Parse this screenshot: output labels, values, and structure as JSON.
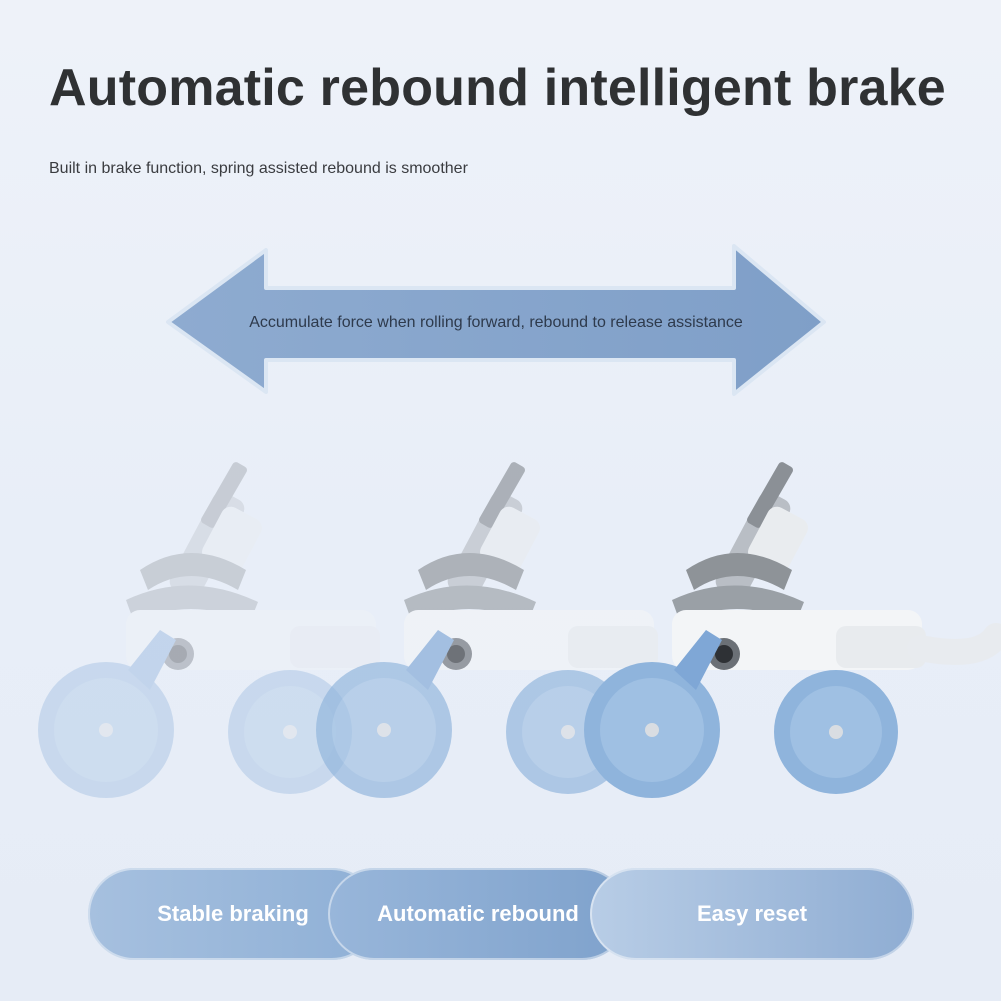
{
  "header": {
    "title": "Automatic rebound intelligent brake",
    "subtitle": "Built in brake function, spring assisted rebound is smoother"
  },
  "arrow": {
    "caption": "Accumulate force when rolling forward, rebound to release assistance",
    "color": "#86a6cc"
  },
  "product_illustration": {
    "icon": "ab-roller-wheel-icon",
    "instances": 3
  },
  "features": [
    {
      "label": "Stable braking"
    },
    {
      "label": "Automatic rebound"
    },
    {
      "label": "Easy reset"
    }
  ]
}
